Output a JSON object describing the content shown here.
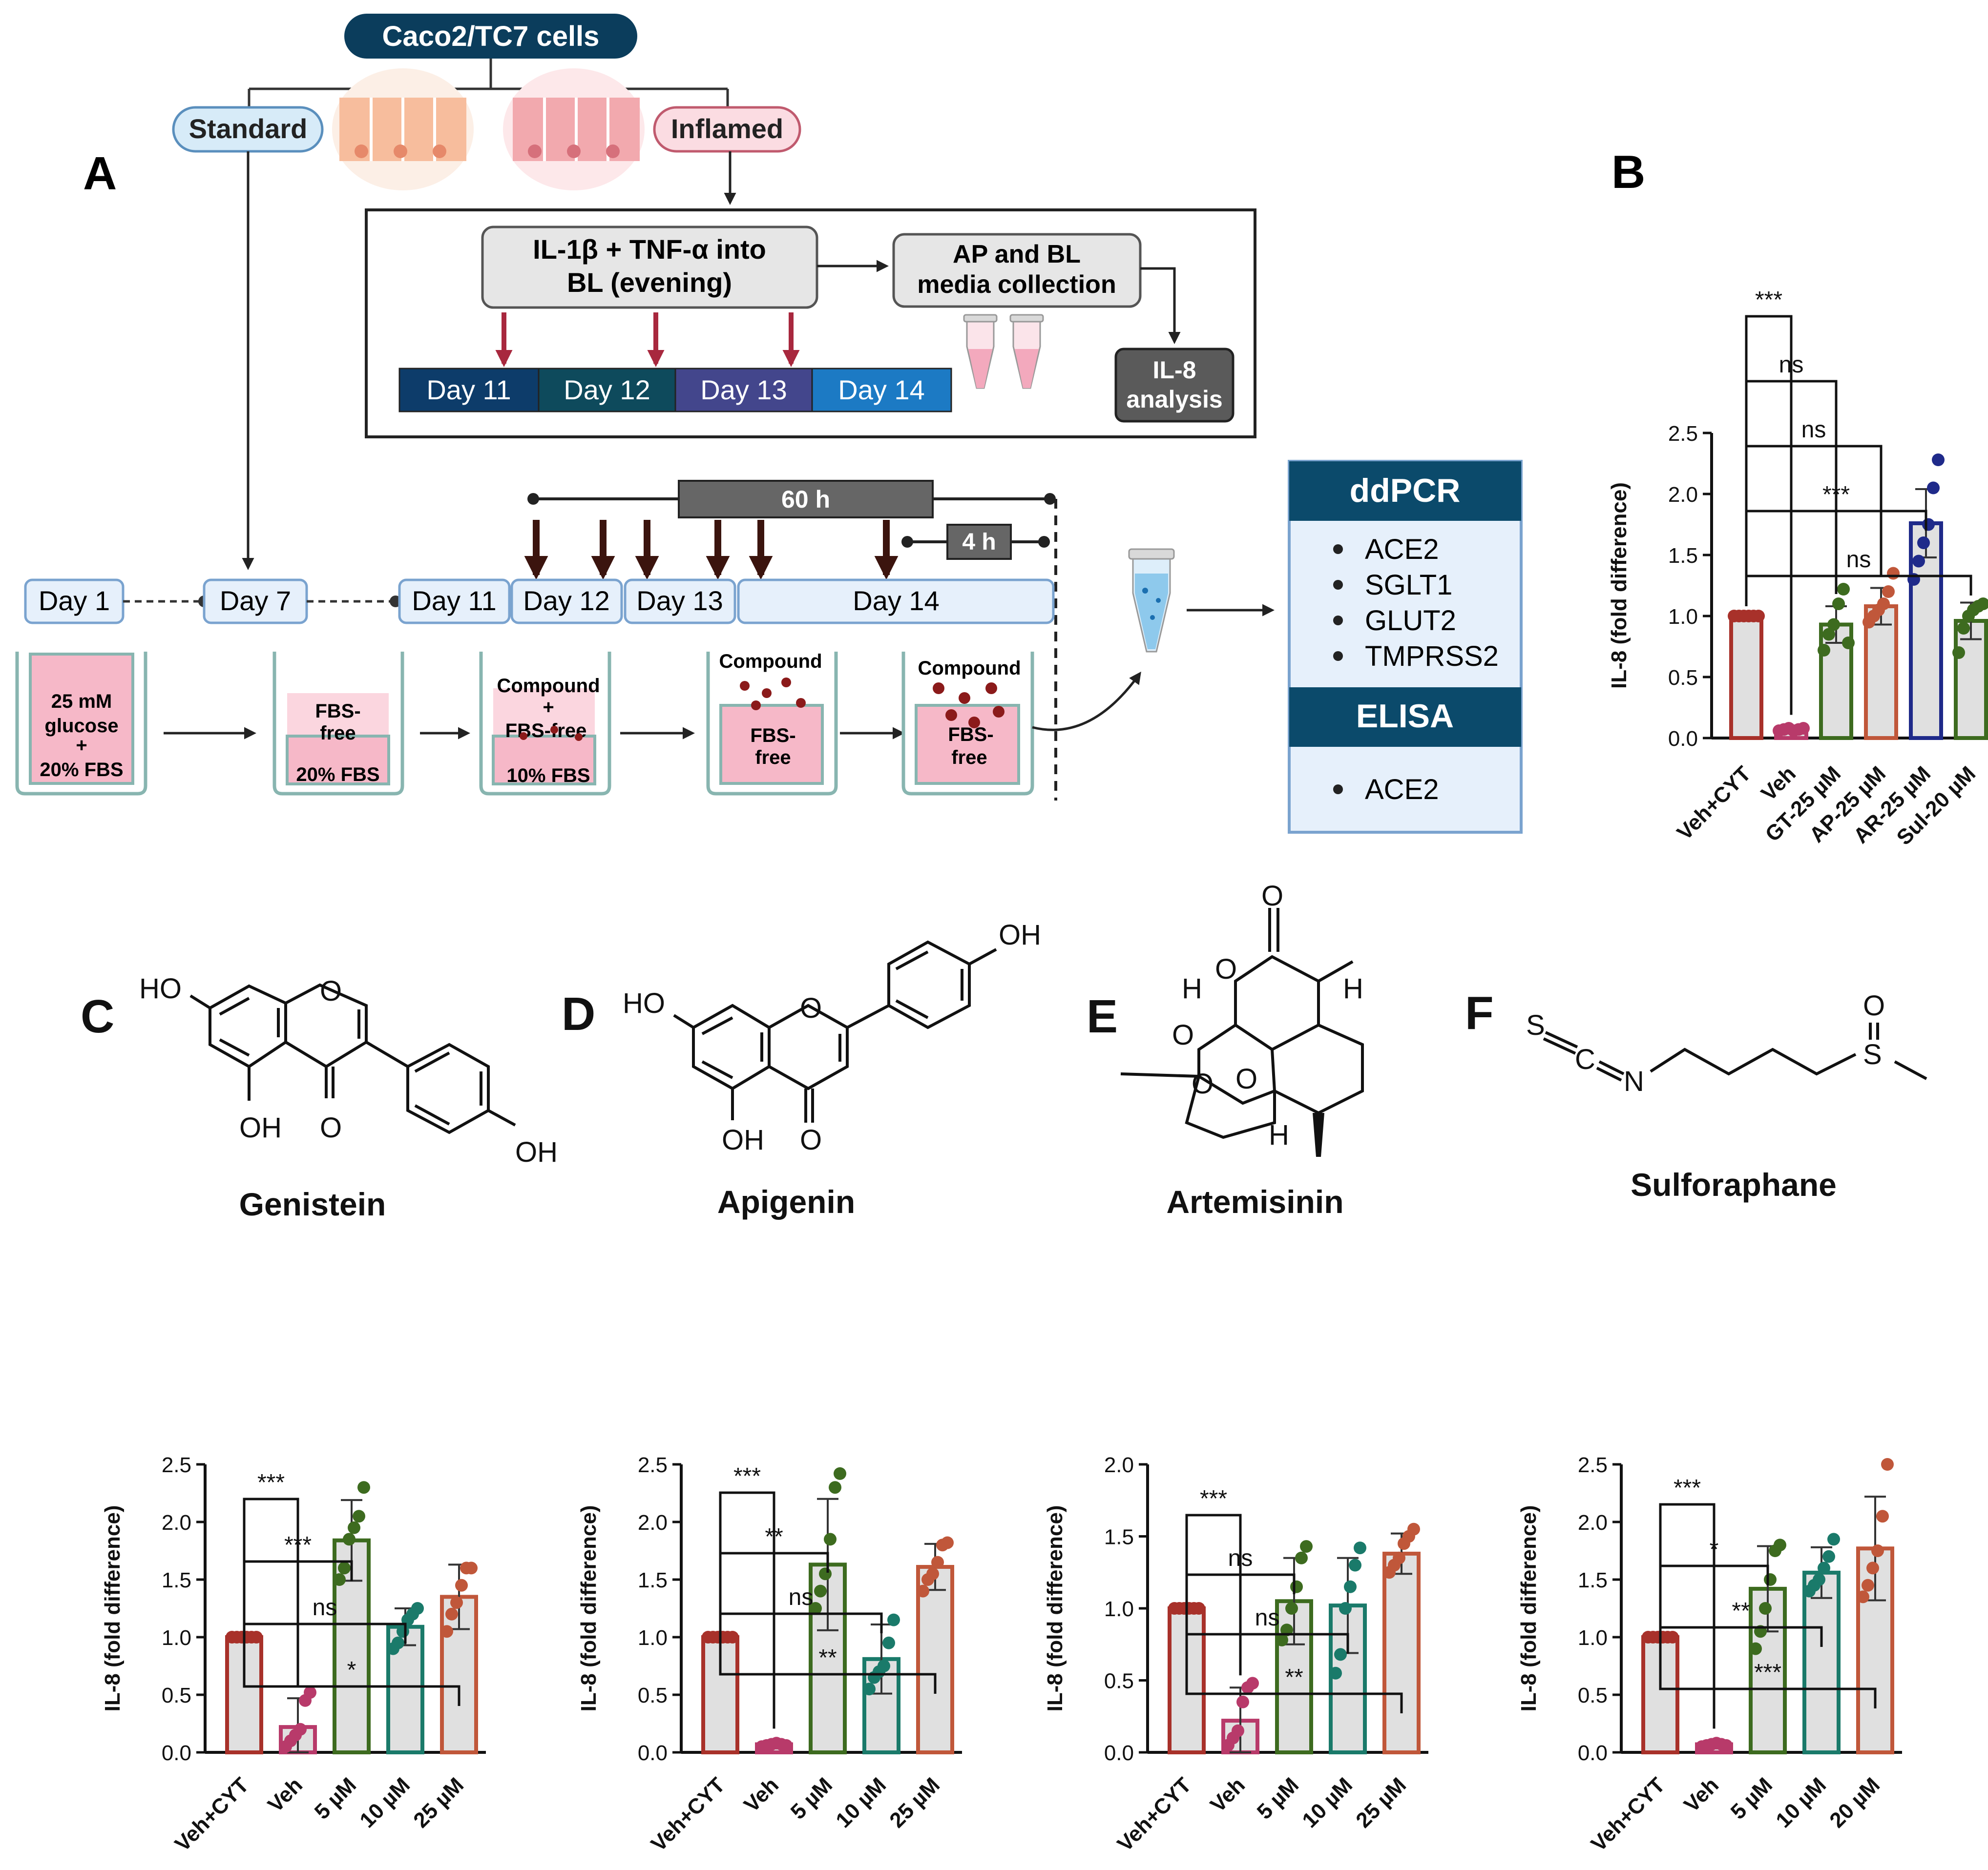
{
  "panels": {
    "A": "A",
    "B": "B",
    "C": "C",
    "D": "D",
    "E": "E",
    "F": "F"
  },
  "colors": {
    "red": "#a8312a",
    "pink": "#b83a6a",
    "green": "#3d6b1f",
    "teal": "#1a7a6a",
    "blue": "#1f2a8a",
    "orange": "#c0573a",
    "navy": "#0b3d5c",
    "bar_fill": "#e0e0e0"
  },
  "panel_a": {
    "cell_line": "Caco2/TC7 cells",
    "standard": "Standard",
    "inflamed": "Inflamed",
    "cytokines": [
      "IL-1β + TNF-α into",
      "BL (evening)"
    ],
    "media": [
      "AP and BL",
      "media collection"
    ],
    "il8": [
      "IL-8",
      "analysis"
    ],
    "top_days": [
      "Day 11",
      "Day 12",
      "Day 13",
      "Day 14"
    ],
    "bottom_days": [
      "Day 1",
      "Day 7",
      "Day 11",
      "Day 12",
      "Day 13",
      "Day 14"
    ],
    "h60": "60 h",
    "h4": "4 h",
    "wells": [
      {
        "lines": [
          "25 mM",
          "glucose",
          "+",
          "20% FBS"
        ]
      },
      {
        "lines": [
          "FBS-",
          "free"
        ],
        "base": "20% FBS"
      },
      {
        "lines": [
          "Compound",
          "+",
          "FBS-free"
        ],
        "base": "10% FBS"
      },
      {
        "top": "Compound",
        "lines": [
          "FBS-",
          "free"
        ]
      },
      {
        "top": "Compound",
        "lines": [
          "FBS-",
          "free"
        ]
      }
    ],
    "ddpcr": {
      "title": "ddPCR",
      "items": [
        "ACE2",
        "SGLT1",
        "GLUT2",
        "TMPRSS2"
      ]
    },
    "elisa": {
      "title": "ELISA",
      "items": [
        "ACE2"
      ]
    }
  },
  "structures": {
    "C": {
      "name": "Genistein",
      "labels": [
        "HO",
        "O",
        "OH",
        "O",
        "OH"
      ]
    },
    "D": {
      "name": "Apigenin",
      "labels": [
        "HO",
        "O",
        "OH",
        "O",
        "OH"
      ]
    },
    "E": {
      "name": "Artemisinin",
      "labels": [
        "O",
        "O",
        "O",
        "O",
        "O",
        "H",
        "H",
        "H"
      ]
    },
    "F": {
      "name": "Sulforaphane",
      "labels": [
        "S",
        "C",
        "N",
        "O",
        "S"
      ]
    }
  },
  "chart_data": [
    {
      "panel": "B",
      "type": "bar",
      "ylabel": "IL-8 (fold difference)",
      "ylim": [
        0,
        2.5
      ],
      "yticks": [
        "0.0",
        "0.5",
        "1.0",
        "1.5",
        "2.0",
        "2.5"
      ],
      "categories": [
        "Veh+CYT",
        "Veh",
        "GT-25 µM",
        "AP-25 µM",
        "AR-25 µM",
        "Sul-20 µM"
      ],
      "values": [
        1.0,
        0.07,
        0.93,
        1.08,
        1.76,
        0.96
      ],
      "errors": [
        0.0,
        0.02,
        0.15,
        0.15,
        0.28,
        0.15
      ],
      "colors": [
        "red",
        "pink",
        "green",
        "orange",
        "blue",
        "green"
      ],
      "points": [
        [
          1,
          1,
          1,
          1,
          1,
          1
        ],
        [
          0.06,
          0.07,
          0.08,
          0.06,
          0.07,
          0.08
        ],
        [
          0.72,
          0.85,
          0.93,
          1.1,
          1.22,
          0.78
        ],
        [
          0.95,
          1.0,
          1.05,
          1.1,
          1.2,
          1.35
        ],
        [
          1.3,
          1.45,
          1.6,
          1.75,
          2.05,
          2.28
        ],
        [
          0.7,
          0.9,
          1.0,
          1.05,
          1.08,
          1.1
        ]
      ],
      "brackets": [
        {
          "to": 1,
          "label": "***"
        },
        {
          "to": 2,
          "label": "ns"
        },
        {
          "to": 3,
          "label": "ns"
        },
        {
          "to": 4,
          "label": "***"
        },
        {
          "to": 5,
          "label": "ns"
        }
      ]
    },
    {
      "panel": "C",
      "type": "bar",
      "ylabel": "IL-8 (fold difference)",
      "ylim": [
        0,
        2.5
      ],
      "yticks": [
        "0.0",
        "0.5",
        "1.0",
        "1.5",
        "2.0",
        "2.5"
      ],
      "categories": [
        "Veh+CYT",
        "Veh",
        "5 µM",
        "10 µM",
        "25 µM"
      ],
      "values": [
        1.0,
        0.22,
        1.84,
        1.09,
        1.35
      ],
      "errors": [
        0.0,
        0.25,
        0.35,
        0.16,
        0.28
      ],
      "colors": [
        "red",
        "pink",
        "green",
        "teal",
        "orange"
      ],
      "points": [
        [
          1,
          1,
          1,
          1,
          1,
          1
        ],
        [
          0.05,
          0.1,
          0.15,
          0.2,
          0.45,
          0.52
        ],
        [
          1.5,
          1.6,
          1.85,
          1.95,
          2.05,
          2.3
        ],
        [
          0.9,
          0.95,
          1.05,
          1.15,
          1.2,
          1.25
        ],
        [
          1.05,
          1.2,
          1.3,
          1.45,
          1.6,
          1.6
        ]
      ],
      "brackets": [
        {
          "to": 1,
          "label": "***"
        },
        {
          "to": 2,
          "label": "***"
        },
        {
          "to": 3,
          "label": "ns"
        },
        {
          "to": 4,
          "label": "*"
        }
      ]
    },
    {
      "panel": "D",
      "type": "bar",
      "ylabel": "IL-8 (fold difference)",
      "ylim": [
        0,
        2.5
      ],
      "yticks": [
        "0.0",
        "0.5",
        "1.0",
        "1.5",
        "2.0",
        "2.5"
      ],
      "categories": [
        "Veh+CYT",
        "Veh",
        "5 µM",
        "10 µM",
        "25 µM"
      ],
      "values": [
        1.0,
        0.07,
        1.63,
        0.81,
        1.61
      ],
      "errors": [
        0.0,
        0.03,
        0.57,
        0.3,
        0.2
      ],
      "colors": [
        "red",
        "pink",
        "green",
        "teal",
        "orange"
      ],
      "points": [
        [
          1,
          1,
          1,
          1,
          1,
          1
        ],
        [
          0.05,
          0.06,
          0.07,
          0.08,
          0.07,
          0.06
        ],
        [
          1.25,
          1.4,
          1.55,
          1.85,
          2.3,
          2.42
        ],
        [
          0.55,
          0.65,
          0.7,
          0.75,
          0.95,
          1.15
        ],
        [
          1.4,
          1.5,
          1.55,
          1.65,
          1.8,
          1.82
        ]
      ],
      "brackets": [
        {
          "to": 1,
          "label": "***"
        },
        {
          "to": 2,
          "label": "**"
        },
        {
          "to": 3,
          "label": "ns"
        },
        {
          "to": 4,
          "label": "**"
        }
      ]
    },
    {
      "panel": "E",
      "type": "bar",
      "ylabel": "IL-8 (fold difference)",
      "ylim": [
        0,
        2.0
      ],
      "yticks": [
        "0.0",
        "0.5",
        "1.0",
        "1.5",
        "2.0"
      ],
      "categories": [
        "Veh+CYT",
        "Veh",
        "5 µM",
        "10 µM",
        "25 µM"
      ],
      "values": [
        1.0,
        0.22,
        1.05,
        1.02,
        1.38
      ],
      "errors": [
        0.0,
        0.23,
        0.3,
        0.33,
        0.14
      ],
      "colors": [
        "red",
        "pink",
        "green",
        "teal",
        "orange"
      ],
      "points": [
        [
          1,
          1,
          1,
          1,
          1,
          1
        ],
        [
          0.05,
          0.1,
          0.15,
          0.35,
          0.45,
          0.48
        ],
        [
          0.78,
          0.85,
          1.0,
          1.15,
          1.35,
          1.43
        ],
        [
          0.55,
          0.68,
          1.0,
          1.15,
          1.3,
          1.42
        ],
        [
          1.25,
          1.3,
          1.35,
          1.45,
          1.5,
          1.55
        ]
      ],
      "brackets": [
        {
          "to": 1,
          "label": "***"
        },
        {
          "to": 2,
          "label": "ns"
        },
        {
          "to": 3,
          "label": "ns"
        },
        {
          "to": 4,
          "label": "**"
        }
      ]
    },
    {
      "panel": "F",
      "type": "bar",
      "ylabel": "IL-8 (fold difference)",
      "ylim": [
        0,
        2.5
      ],
      "yticks": [
        "0.0",
        "0.5",
        "1.0",
        "1.5",
        "2.0",
        "2.5"
      ],
      "categories": [
        "Veh+CYT",
        "Veh",
        "5 µM",
        "10 µM",
        "20 µM"
      ],
      "values": [
        1.0,
        0.07,
        1.42,
        1.56,
        1.77
      ],
      "errors": [
        0.0,
        0.03,
        0.37,
        0.22,
        0.45
      ],
      "colors": [
        "red",
        "pink",
        "green",
        "teal",
        "orange"
      ],
      "points": [
        [
          1,
          1,
          1,
          1,
          1,
          1
        ],
        [
          0.05,
          0.06,
          0.07,
          0.08,
          0.07,
          0.06
        ],
        [
          0.9,
          1.05,
          1.25,
          1.5,
          1.75,
          1.8
        ],
        [
          1.4,
          1.45,
          1.5,
          1.6,
          1.7,
          1.85
        ],
        [
          1.35,
          1.45,
          1.6,
          1.75,
          2.05,
          2.5
        ]
      ],
      "brackets": [
        {
          "to": 1,
          "label": "***"
        },
        {
          "to": 2,
          "label": "*"
        },
        {
          "to": 3,
          "label": "**"
        },
        {
          "to": 4,
          "label": "***"
        }
      ]
    }
  ]
}
